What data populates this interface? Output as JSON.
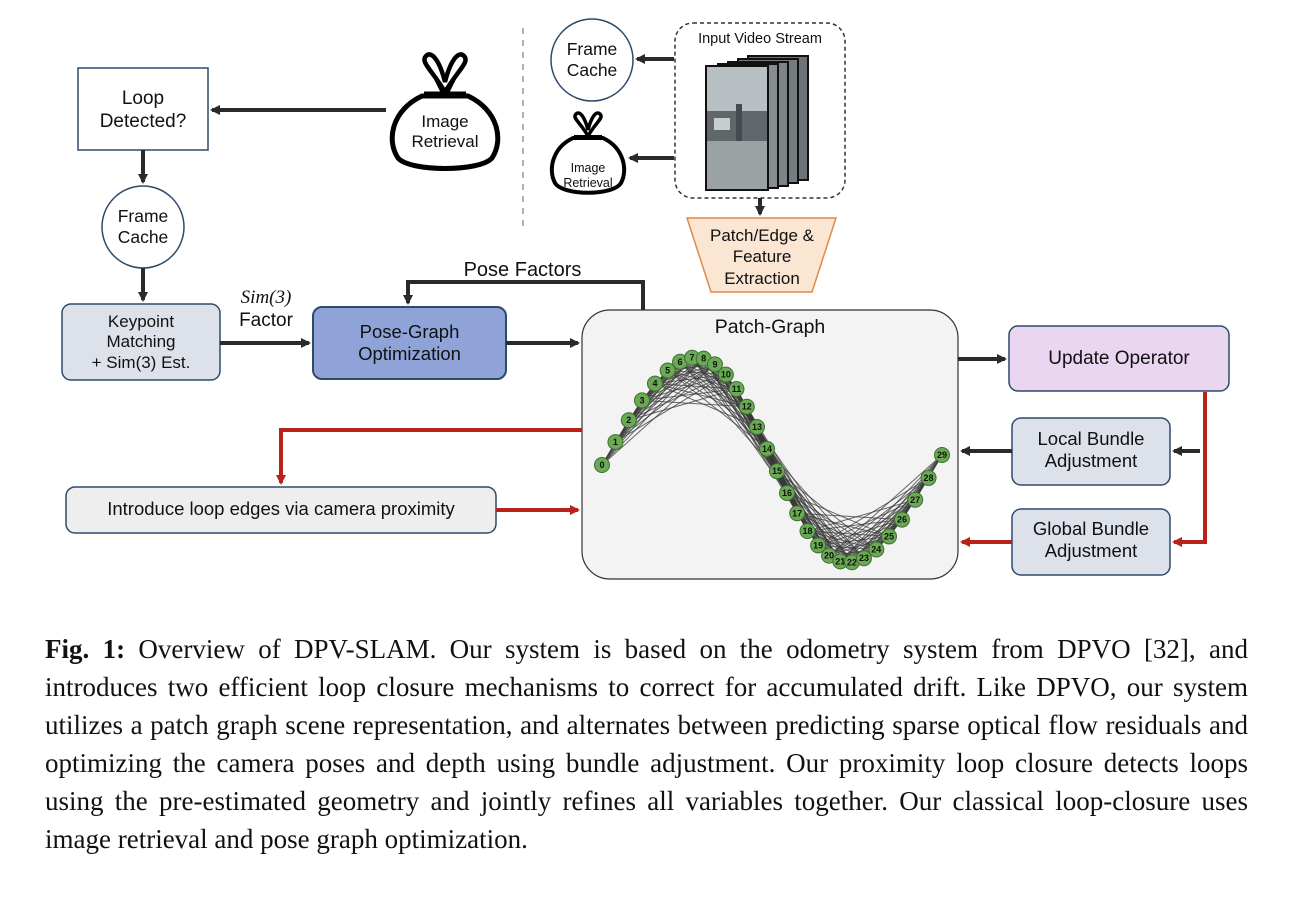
{
  "loop_detected": {
    "line1": "Loop",
    "line2": "Detected?"
  },
  "image_retrieval_large": {
    "line1": "Image",
    "line2": "Retrieval"
  },
  "image_retrieval_small": {
    "line1": "Image",
    "line2": "Retrieval"
  },
  "frame_cache_left": {
    "line1": "Frame",
    "line2": "Cache"
  },
  "frame_cache_top": {
    "line1": "Frame",
    "line2": "Cache"
  },
  "input_video_stream": "Input Video Stream",
  "feature_extraction": {
    "line1": "Patch/Edge &",
    "line2": "Feature",
    "line3": "Extraction"
  },
  "keypoint_matching": {
    "line1": "Keypoint",
    "line2": "Matching",
    "line3": "+ Sim(3) Est."
  },
  "sim3_factor": {
    "line1": "Sim(3)",
    "line2": "Factor"
  },
  "pose_graph_optimization": {
    "line1": "Pose-Graph",
    "line2": "Optimization"
  },
  "pose_factors": "Pose Factors",
  "patch_graph_title": "Patch-Graph",
  "update_operator": "Update Operator",
  "local_ba": {
    "line1": "Local Bundle",
    "line2": "Adjustment"
  },
  "global_ba": {
    "line1": "Global Bundle",
    "line2": "Adjustment"
  },
  "loop_edges": "Introduce loop edges via camera proximity",
  "graph_nodes": [
    "0",
    "1",
    "2",
    "3",
    "4",
    "5",
    "6",
    "7",
    "8",
    "9",
    "10",
    "11",
    "12",
    "13",
    "14",
    "15",
    "16",
    "17",
    "18",
    "19",
    "20",
    "21",
    "22",
    "23",
    "24",
    "25",
    "26",
    "27",
    "28",
    "29"
  ],
  "caption": {
    "label": "Fig. 1:",
    "text": "Overview of DPV-SLAM. Our system is based on the odometry system from DPVO [32], and introduces two efficient loop closure mechanisms to correct for accumulated drift. Like DPVO, our system utilizes a patch graph scene representation, and alternates between predicting sparse optical flow residuals and optimizing the camera poses and depth using bundle adjustment. Our proximity loop closure detects loops using the pre-estimated geometry and jointly refines all variables together. Our classical loop-closure uses image retrieval and pose graph optimization."
  },
  "colors": {
    "arrow_dark": "#2a2a2a",
    "arrow_red": "#b8221a",
    "pose_graph_fill": "#8fa3d8",
    "feature_fill": "#fbe5d3",
    "feature_stroke": "#e08a4a",
    "update_fill": "#ead6f0",
    "ba_fill": "#dde1ea",
    "node_fill": "#6aaa55"
  }
}
